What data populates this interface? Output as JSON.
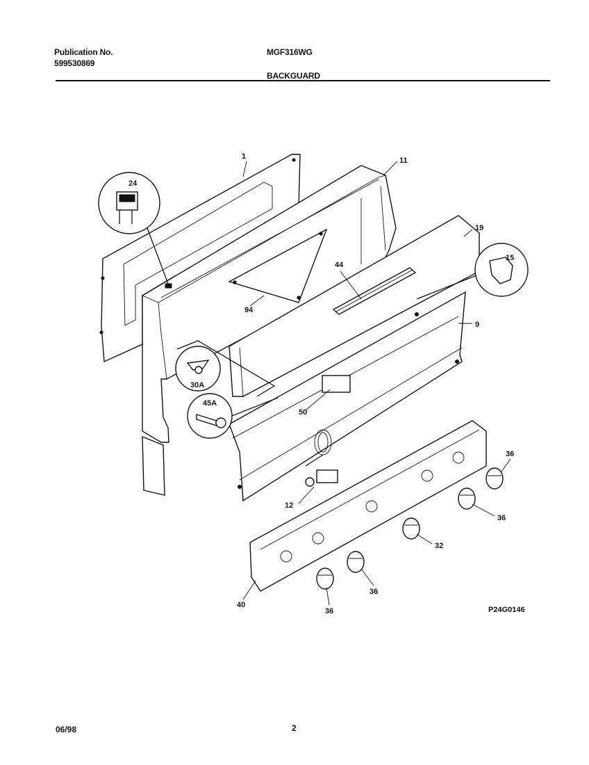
{
  "header": {
    "publication_label": "Publication No.",
    "publication_number": "599530869",
    "model": "MGF316WG",
    "section": "BACKGUARD"
  },
  "diagram": {
    "callouts": {
      "c1": "1",
      "c11": "11",
      "c24": "24",
      "c19": "19",
      "c15": "15",
      "c44": "44",
      "c94": "94",
      "c9": "9",
      "c30a": "30A",
      "c45a": "45A",
      "c50": "50",
      "c12": "12",
      "c36a": "36",
      "c36b": "36",
      "c32": "32",
      "c36c": "36",
      "c36d": "36",
      "c40": "40"
    },
    "drawing_id": "P24G0146"
  },
  "footer": {
    "date": "06/98",
    "page": "2"
  }
}
